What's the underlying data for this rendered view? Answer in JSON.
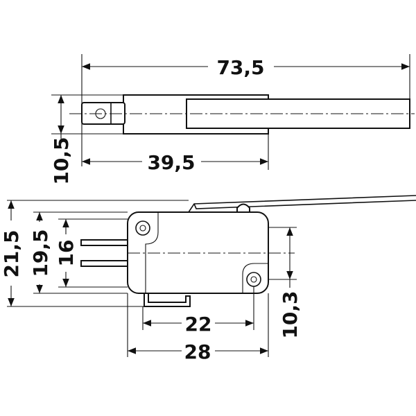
{
  "drawing": {
    "dimensions": {
      "overall_length": "73,5",
      "body_length": "39,5",
      "side_thickness": "10,5",
      "height_with_lever": "21,5",
      "body_height": "19,5",
      "terminal_span": "16",
      "mount_hole_distance": "10,3",
      "hole_spacing": "22",
      "body_width": "28"
    }
  }
}
